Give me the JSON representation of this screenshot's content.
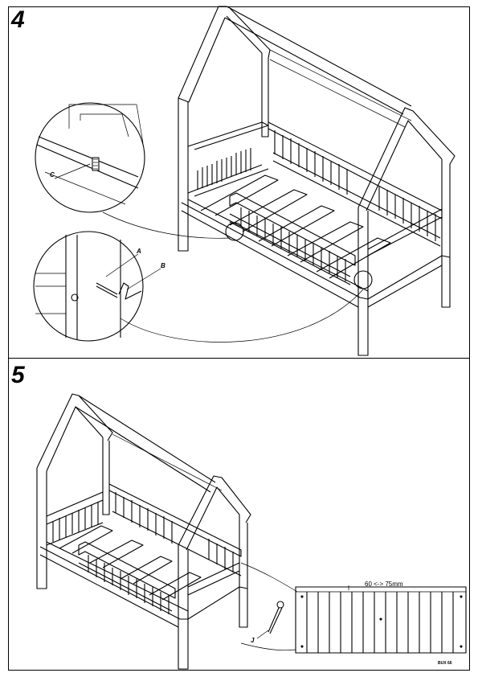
{
  "steps": {
    "step4": {
      "number": "4",
      "callouts": {
        "a": "A",
        "b": "B",
        "c": "C"
      }
    },
    "step5": {
      "number": "5",
      "callouts": {
        "j": "J"
      },
      "dimension": "60 <-> 75mm"
    }
  },
  "footer": {
    "code": "BUX 66"
  }
}
